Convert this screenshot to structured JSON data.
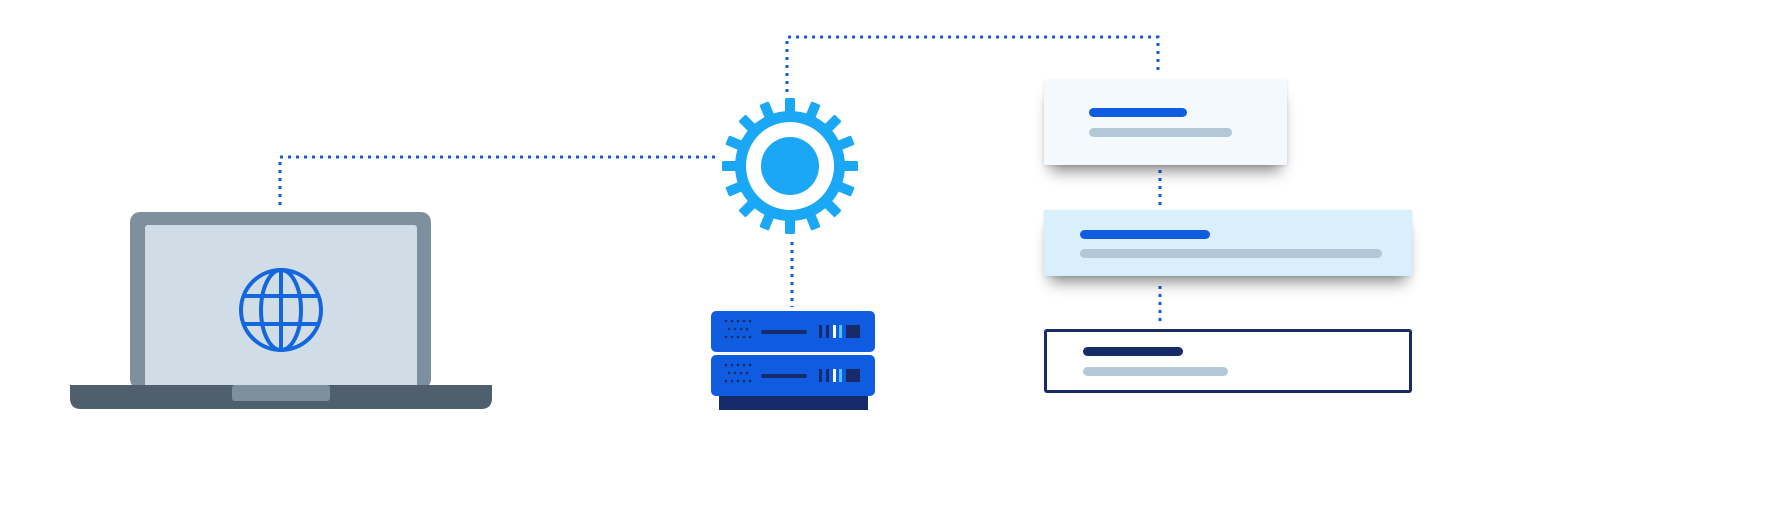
{
  "colors": {
    "connector": "#0f5ce0",
    "gear": "#1aa7f5",
    "laptop_frame": "#7e909d",
    "laptop_screen": "#d1dde6",
    "laptop_base": "#505f6d",
    "globe": "#1466dd",
    "server": "#0f5ce0",
    "server_dark": "#172b6b",
    "card_1_bg": "#f4f9fd",
    "card_2_bg": "#d9f0fc",
    "card_3_bg": "#ffffff",
    "card_3_border": "#172b6b",
    "bar_title_blue": "#0f5ce0",
    "bar_title_dark": "#172b6b",
    "bar_sub": "#b3c8d6"
  },
  "icons": {
    "laptop": "laptop-icon",
    "globe": "globe-icon",
    "gear": "gear-icon",
    "server": "server-rack-icon"
  },
  "cards": [
    {
      "title_color": "bar_title_blue",
      "bg": "card_1_bg"
    },
    {
      "title_color": "bar_title_blue",
      "bg": "card_2_bg"
    },
    {
      "title_color": "bar_title_dark",
      "bg": "card_3_bg"
    }
  ]
}
